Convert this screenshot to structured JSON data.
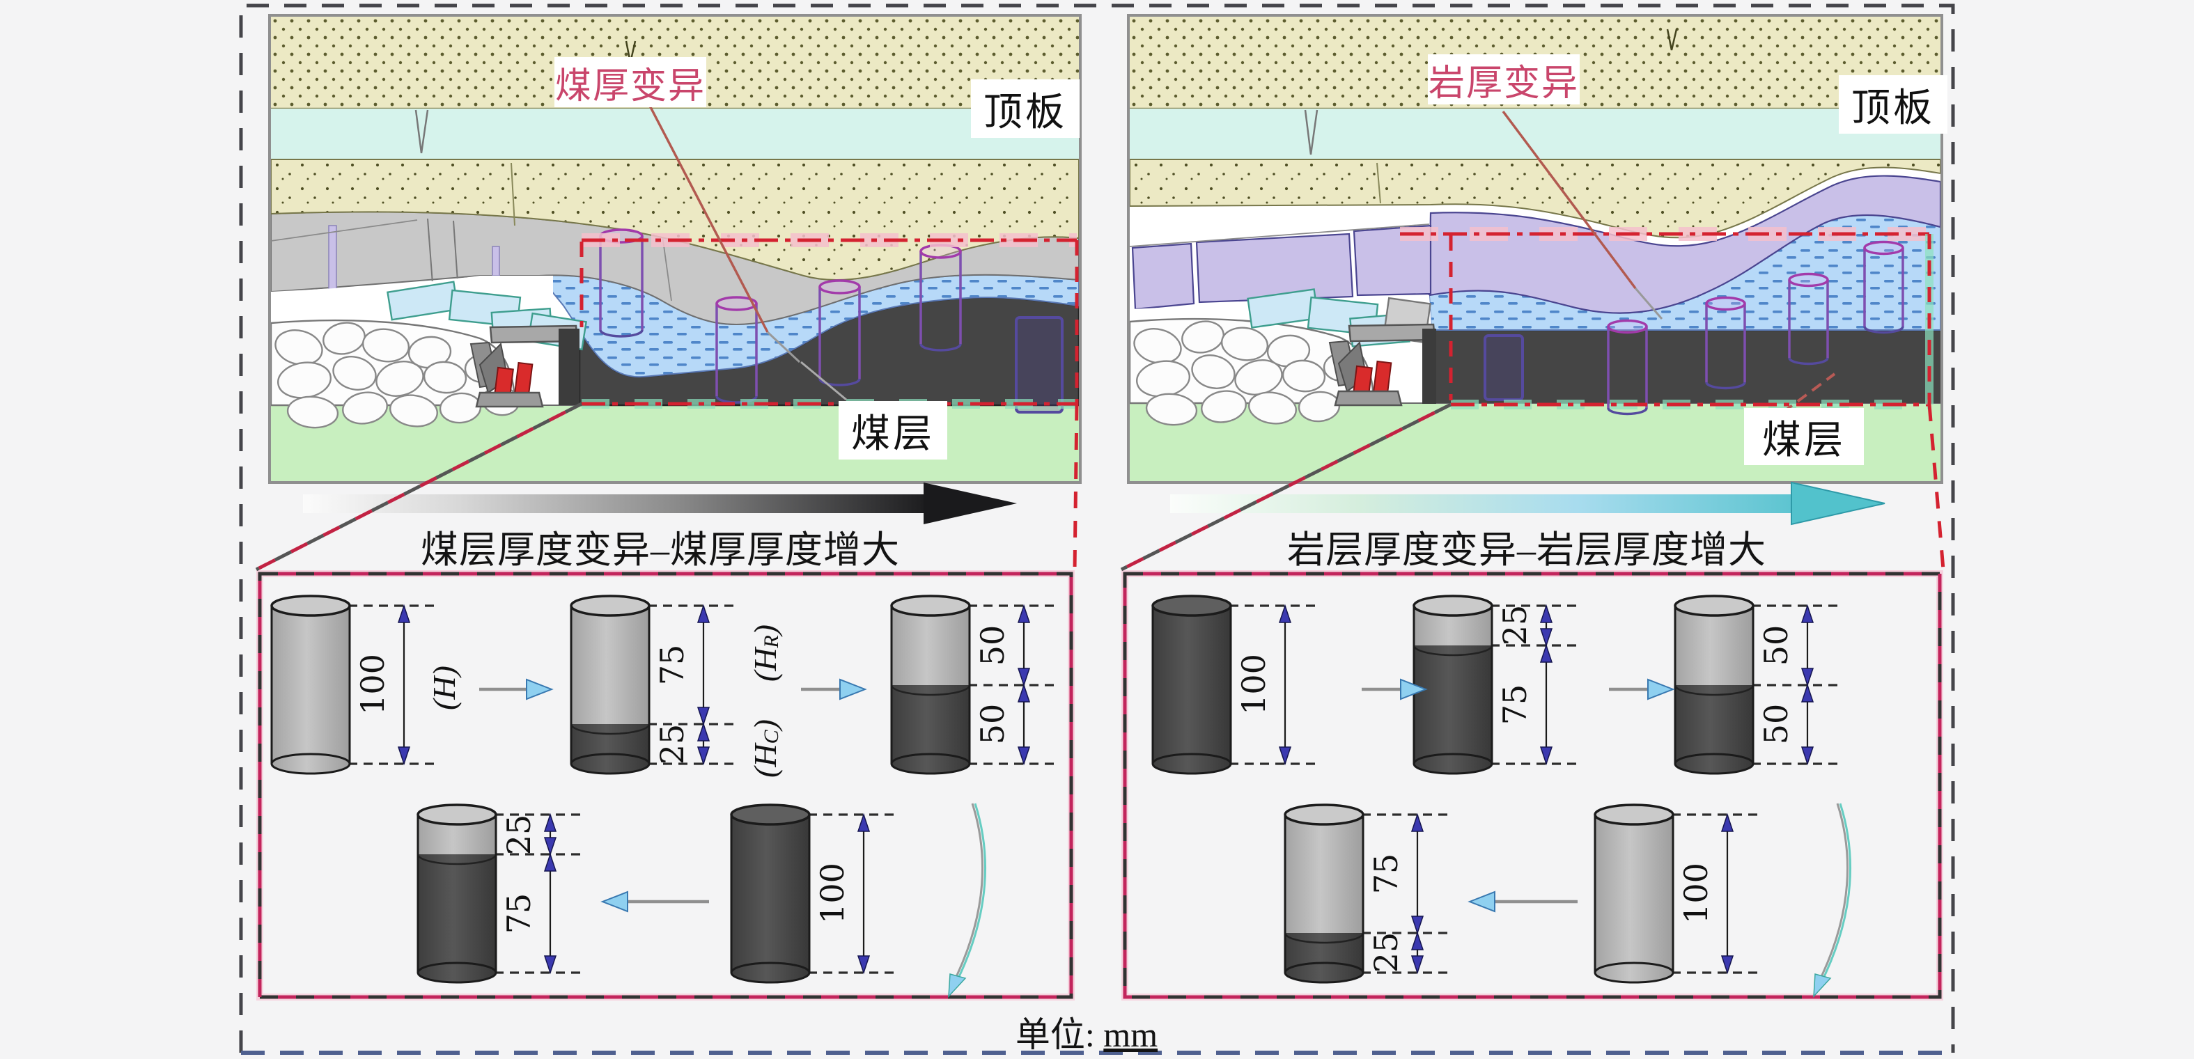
{
  "page": {
    "unit_note_prefix": "单位: ",
    "unit_note_unit": "mm"
  },
  "panels": {
    "left": {
      "variation_label": "煤厚变异",
      "roof_label": "顶板",
      "seam_label": "煤层",
      "flow_caption": "煤层厚度变异–煤厚厚度增大"
    },
    "right": {
      "variation_label": "岩厚变异",
      "roof_label": "顶板",
      "seam_label": "煤层",
      "flow_caption": "岩层厚度变异–岩层厚度增大"
    }
  },
  "legend_symbols": {
    "total_height": "(H)",
    "rock_base": "(H",
    "rock_sub": "R",
    "rock_close": ")",
    "coal_base": "(H",
    "coal_sub": "C",
    "coal_close": ")"
  },
  "specimens": {
    "left_box": {
      "theme": "coal seam thickness variation - coal portion increases",
      "row1": [
        {
          "dims": [
            "100"
          ],
          "segments": [
            {
              "material": "rock",
              "mm": 100
            }
          ]
        },
        {
          "dims": [
            "75",
            "25"
          ],
          "segments": [
            {
              "material": "rock",
              "mm": 75
            },
            {
              "material": "coal",
              "mm": 25
            }
          ]
        },
        {
          "dims": [
            "50",
            "50"
          ],
          "segments": [
            {
              "material": "rock",
              "mm": 50
            },
            {
              "material": "coal",
              "mm": 50
            }
          ]
        }
      ],
      "row2": [
        {
          "dims": [
            "25",
            "75"
          ],
          "segments": [
            {
              "material": "rock",
              "mm": 25
            },
            {
              "material": "coal",
              "mm": 75
            }
          ]
        },
        {
          "dims": [
            "100"
          ],
          "segments": [
            {
              "material": "coal",
              "mm": 100
            }
          ]
        }
      ]
    },
    "right_box": {
      "theme": "rock layer thickness variation - rock portion increases",
      "row1": [
        {
          "dims": [
            "100"
          ],
          "segments": [
            {
              "material": "coal",
              "mm": 100
            }
          ]
        },
        {
          "dims": [
            "25",
            "75"
          ],
          "segments": [
            {
              "material": "rock",
              "mm": 25
            },
            {
              "material": "coal",
              "mm": 75
            }
          ]
        },
        {
          "dims": [
            "50",
            "50"
          ],
          "segments": [
            {
              "material": "rock",
              "mm": 50
            },
            {
              "material": "coal",
              "mm": 50
            }
          ]
        }
      ],
      "row2": [
        {
          "dims": [
            "75",
            "25"
          ],
          "segments": [
            {
              "material": "rock",
              "mm": 75
            },
            {
              "material": "coal",
              "mm": 25
            }
          ]
        },
        {
          "dims": [
            "100"
          ],
          "segments": [
            {
              "material": "rock",
              "mm": 100
            }
          ]
        }
      ]
    }
  },
  "colors": {
    "variation_text": "#c9456b",
    "roi_red": "#d42230",
    "box_dash_crimson": "#c2255c",
    "box_dash_dark": "#323232",
    "outer_border": "#45454a",
    "outer_border_bottom": "#4f608f",
    "rock_fill": "#b7b7b7",
    "coal_fill": "#4c4c4c",
    "dim_arrow_navy": "#3b39b0",
    "flow_head_blue": "#8fd0f0",
    "turn_arrow_teal": "#66cdc2",
    "coal_arrow_dark": "#1c1c1e",
    "rock_arrow_teal": "#52c2cc",
    "sandstone_band": "#ece9c4",
    "cyan_band": "#d6f3ec",
    "gray_rock": "#c8c8c8",
    "lavender_rock": "#c9c0e8",
    "aquifer_blue": "#b7d9f8",
    "coal_seam": "#454545",
    "floor_green": "#c8efbf",
    "borehole_purple": "#9a3fae"
  }
}
